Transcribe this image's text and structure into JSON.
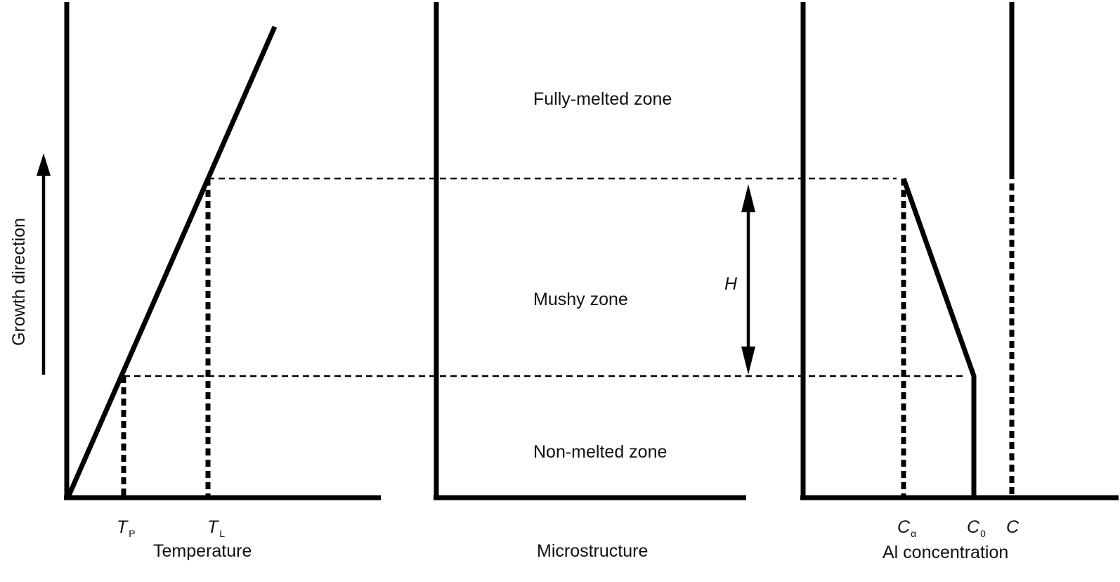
{
  "zones": {
    "fully_melted": "Fully-melted zone",
    "mushy": "Mushy zone",
    "non_melted": "Non-melted zone"
  },
  "axes": {
    "temperature": "Temperature",
    "microstructure": "Microstructure",
    "concentration": "Al concentration",
    "growth": "Growth direction"
  },
  "ticks": {
    "tp_main": "T",
    "tp_sub": "P",
    "tl_main": "T",
    "tl_sub": "L",
    "ca_main": "C",
    "ca_sub": "α",
    "c0_main": "C",
    "c0_sub": "0",
    "c": "C"
  },
  "mushy_height_label": "H",
  "colors": {
    "ink": "#000000",
    "background": "#ffffff"
  }
}
